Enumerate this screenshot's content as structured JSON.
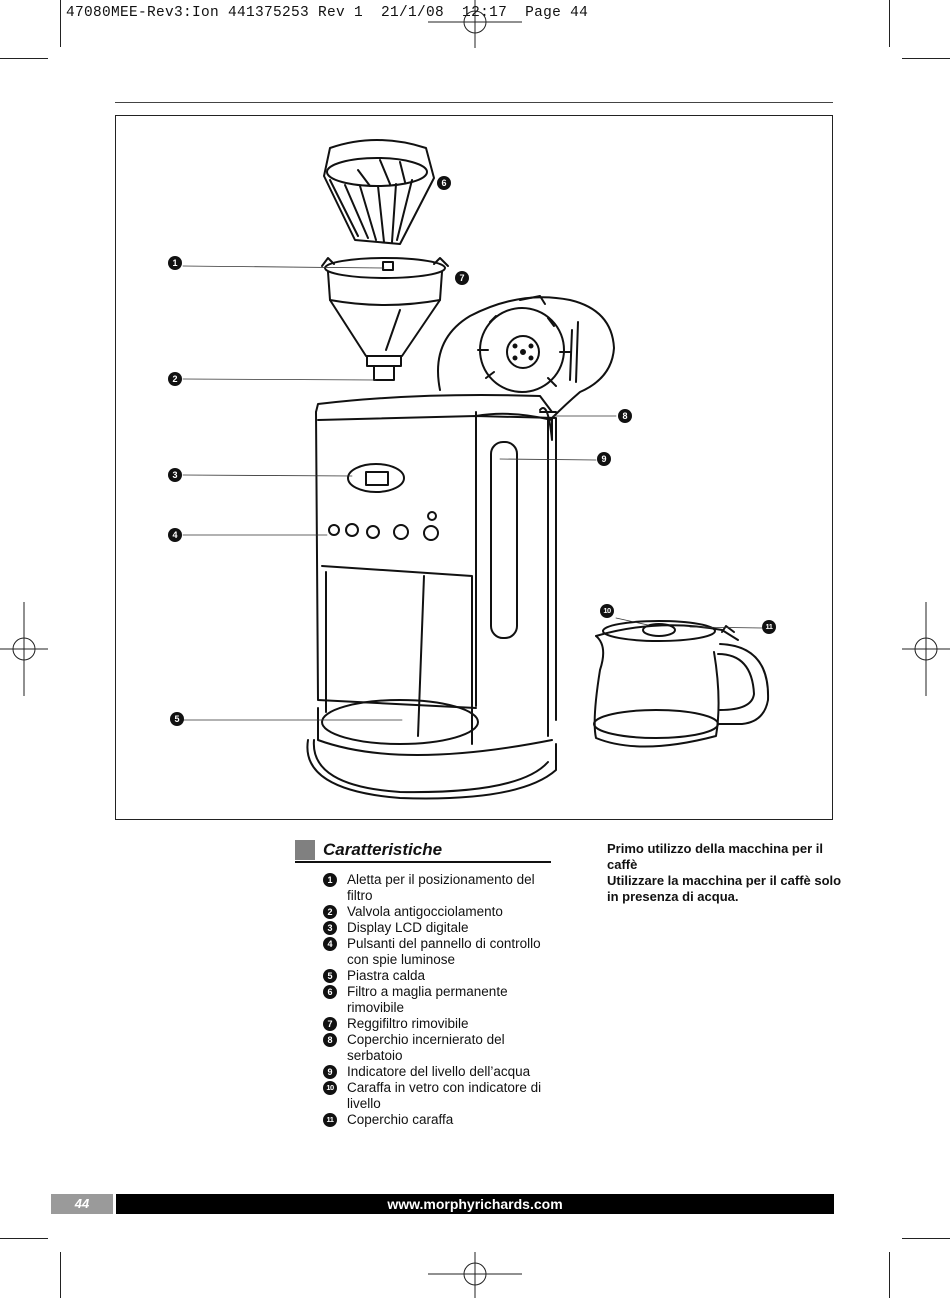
{
  "slug_line": "47080MEE-Rev3:Ion 441375253 Rev 1  21/1/08  12:17  Page 44",
  "section_title": "Caratteristiche",
  "features": [
    {
      "num": "1",
      "text": "Aletta per il posizionamento del filtro"
    },
    {
      "num": "2",
      "text": "Valvola antigocciolamento"
    },
    {
      "num": "3",
      "text": "Display LCD digitale"
    },
    {
      "num": "4",
      "text": "Pulsanti del pannello di controllo con spie luminose"
    },
    {
      "num": "5",
      "text": "Piastra calda"
    },
    {
      "num": "6",
      "text": "Filtro a maglia permanente rimovibile"
    },
    {
      "num": "7",
      "text": "Reggifiltro rimovibile"
    },
    {
      "num": "8",
      "text": "Coperchio incernierato del serbatoio"
    },
    {
      "num": "9",
      "text": "Indicatore del livello dell’acqua"
    },
    {
      "num": "10",
      "text": "Caraffa in vetro con indicatore di livello"
    },
    {
      "num": "11",
      "text": "Coperchio caraffa"
    }
  ],
  "note": {
    "line1": "Primo utilizzo della macchina per il caffè",
    "line2": "Utilizzare la macchina per il caffè solo in presenza di acqua."
  },
  "callouts": [
    "1",
    "2",
    "3",
    "4",
    "5",
    "6",
    "7",
    "8",
    "9",
    "10",
    "11"
  ],
  "footer": {
    "page_number": "44",
    "website": "www.morphyrichards.com"
  },
  "colors": {
    "text": "#111111",
    "footer_bar": "#000000",
    "page_box": "#9a9a9a",
    "section_square": "#808080"
  }
}
